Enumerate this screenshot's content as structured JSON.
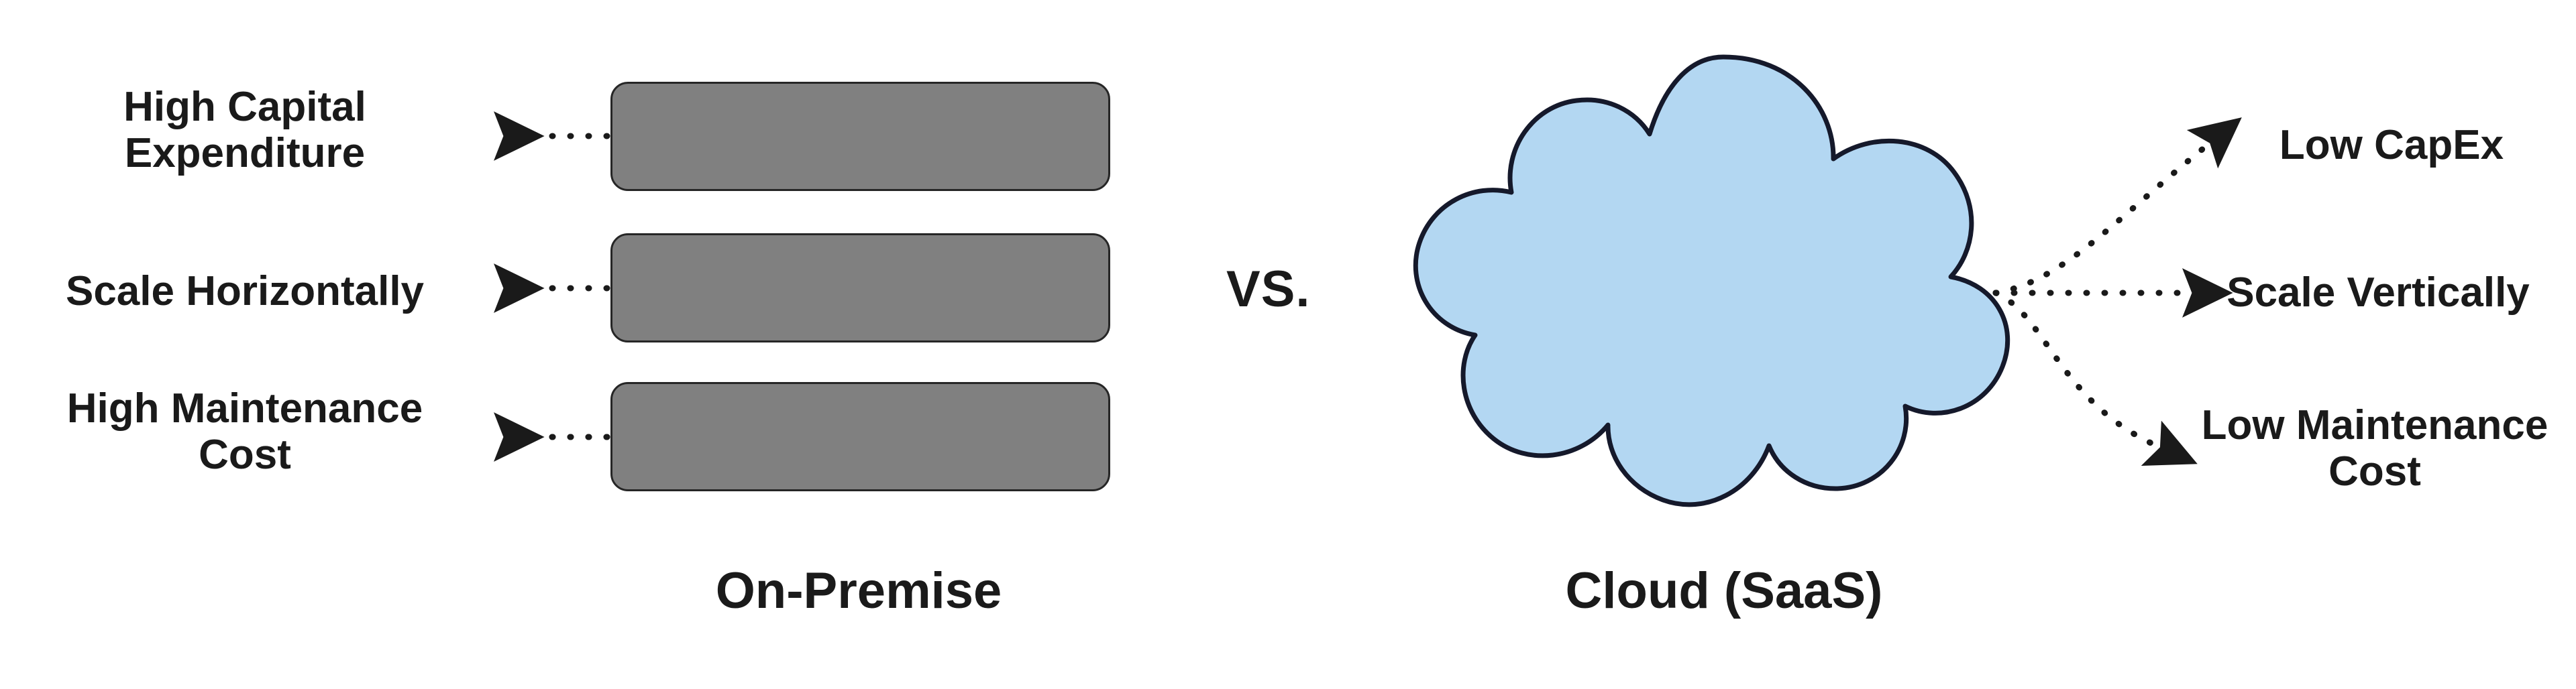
{
  "diagram": {
    "comparison_operator": "VS.",
    "left_side": {
      "title": "On-Premise",
      "shape": "stacked-rounded-rectangles",
      "shape_count": 3,
      "fill_color": "#808080",
      "stroke_color": "#262626",
      "attributes": [
        {
          "label": "High Capital\nExpenditure",
          "arrow": "dotted-left-arrow"
        },
        {
          "label": "Scale Horizontally",
          "arrow": "dotted-left-arrow"
        },
        {
          "label": "High Maintenance\nCost",
          "arrow": "dotted-left-arrow"
        }
      ]
    },
    "right_side": {
      "title": "Cloud (SaaS)",
      "shape": "cloud",
      "fill_color": "#b3d7f2",
      "stroke_color": "#15192b",
      "attributes": [
        {
          "label": "Low CapEx",
          "arrow": "dotted-curved-right-arrow"
        },
        {
          "label": "Scale Vertically",
          "arrow": "dotted-straight-right-arrow"
        },
        {
          "label": "Low Maintenance\nCost",
          "arrow": "dotted-curved-right-arrow"
        }
      ]
    }
  }
}
